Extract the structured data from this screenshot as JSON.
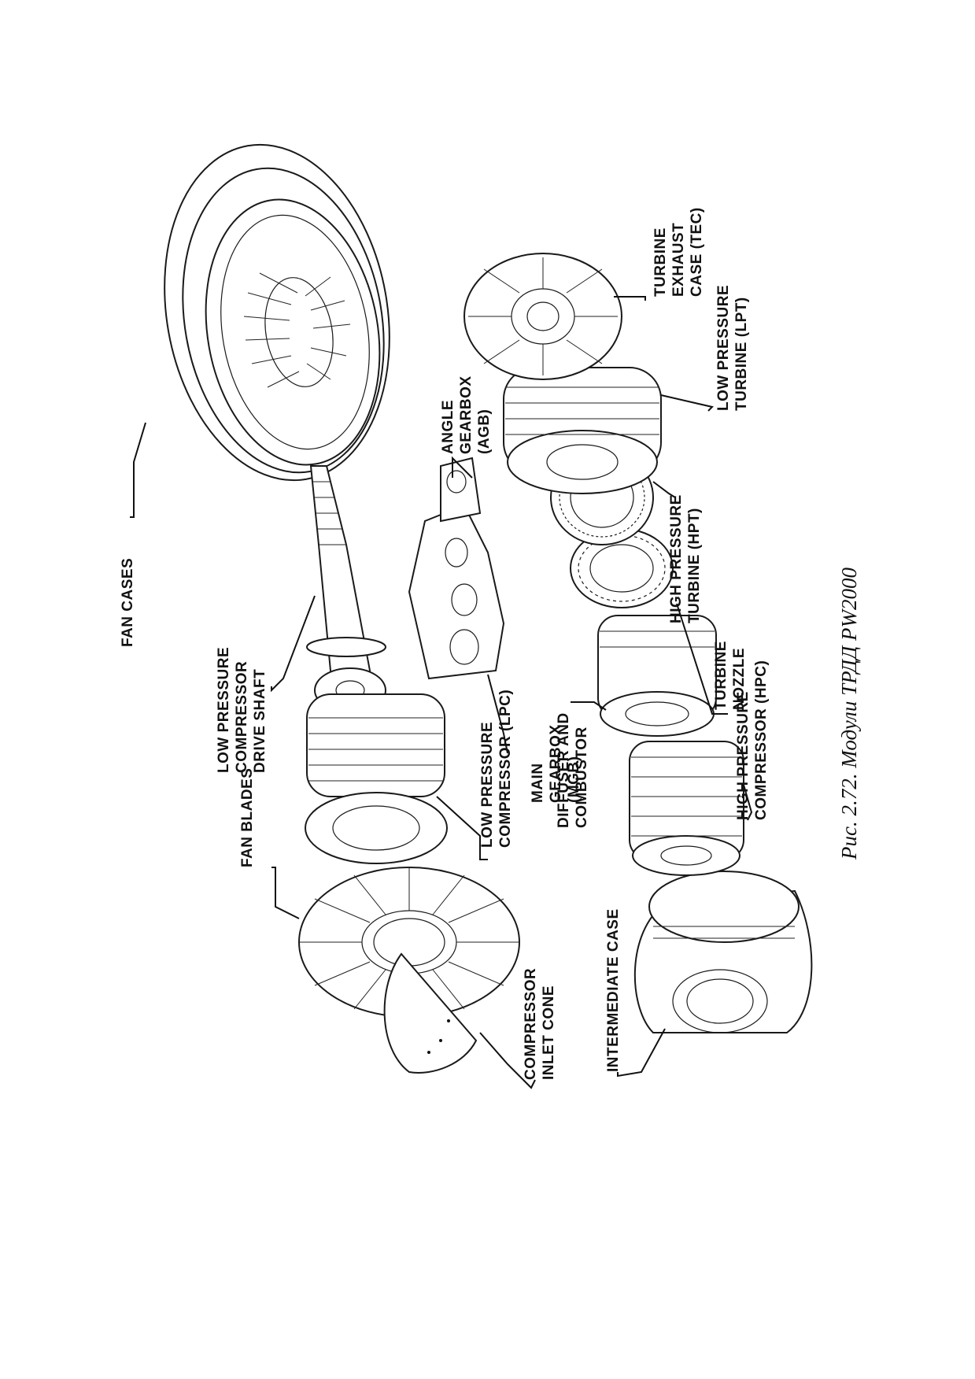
{
  "caption": "Рис. 2.72. Модули ТРДД PW2000",
  "labels": {
    "fan_cases": "FAN CASES",
    "lpc_drive_shaft": [
      "LOW PRESSURE",
      "COMPRESSOR",
      "DRIVE SHAFT"
    ],
    "fan_blades": "FAN BLADES",
    "lpc": [
      "LOW PRESSURE",
      "COMPRESSOR (LPC)"
    ],
    "main_gearbox": [
      "MAIN",
      "GEARBOX",
      "(MGB)"
    ],
    "angle_gearbox": [
      "ANGLE",
      "GEARBOX",
      "(AGB)"
    ],
    "compressor_inlet_cone": [
      "COMPRESSOR",
      "INLET CONE"
    ],
    "intermediate_case": "INTERMEDIATE CASE",
    "diffuser_combustor": [
      "DIFFUSER AND",
      "COMBUSTOR"
    ],
    "hpc": [
      "HIGH PRESSURE",
      "COMPRESSOR (HPC)"
    ],
    "turbine_nozzle": [
      "TURBINE",
      "NOZZLE"
    ],
    "hpt": [
      "HIGH PRESSURE",
      "TURBINE (HPT)"
    ],
    "lpt": [
      "LOW PRESSURE",
      "TURBINE (LPT)"
    ],
    "tec": [
      "TURBINE",
      "EXHAUST",
      "CASE (TEC)"
    ]
  }
}
